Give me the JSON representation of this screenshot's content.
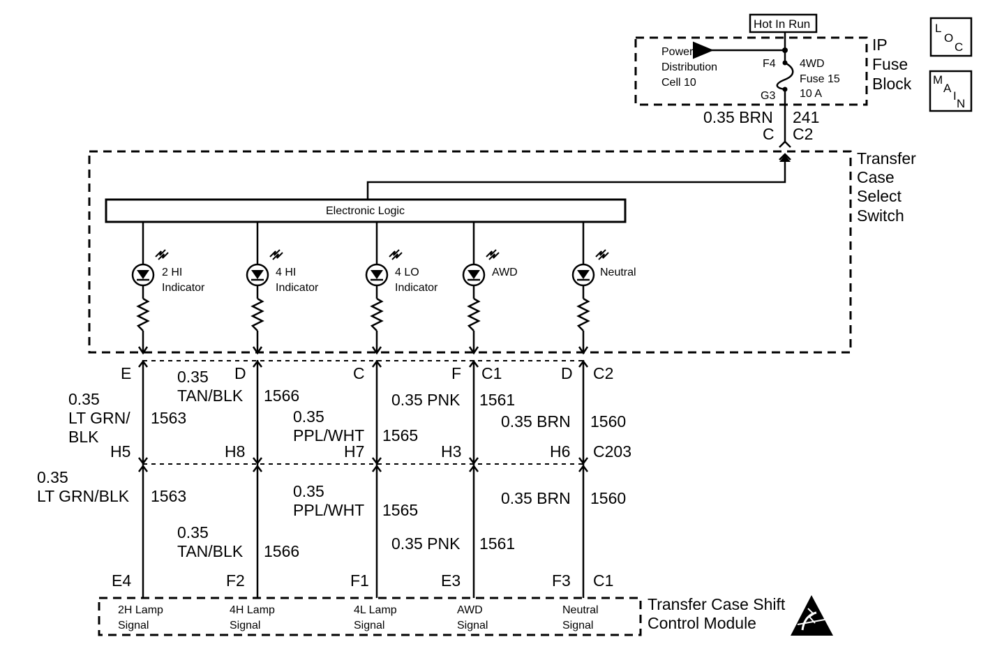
{
  "supply": {
    "hot_label": "Hot In Run",
    "fuse_block": [
      "IP",
      "Fuse",
      "Block"
    ],
    "power_dist": [
      "Power",
      "Distribution",
      "Cell 10"
    ],
    "fuse_in_pin": "F4",
    "fuse_out_pin": "G3",
    "fuse_name": [
      "4WD",
      "Fuse 15",
      "10 A"
    ],
    "wire_size_color": "0.35 BRN",
    "circuit": "241",
    "pin": "C",
    "connector": "C2"
  },
  "loc_box": [
    "L",
    "O",
    "C"
  ],
  "main_box": [
    "M",
    "A",
    "I",
    "N"
  ],
  "switch": {
    "title": [
      "Transfer",
      "Case",
      "Select",
      "Switch"
    ],
    "logic_label": "Electronic Logic",
    "indicators": [
      {
        "label1": "2 HI",
        "label2": "Indicator"
      },
      {
        "label1": "4 HI",
        "label2": "Indicator"
      },
      {
        "label1": "4 LO",
        "label2": "Indicator"
      },
      {
        "label1": "AWD",
        "label2": ""
      },
      {
        "label1": "Neutral",
        "label2": ""
      }
    ]
  },
  "connector_top": {
    "pins": [
      "E",
      "D",
      "C",
      "F",
      "D"
    ],
    "names": [
      "C1",
      "C2"
    ]
  },
  "upper_wires": [
    {
      "size": "0.35",
      "color1": "LT GRN/",
      "color2": "BLK",
      "circuit": "1563"
    },
    {
      "size": "0.35",
      "color": "TAN/BLK",
      "circuit": "1566"
    },
    {
      "size": "0.35",
      "color": "PPL/WHT",
      "circuit": "1565"
    },
    {
      "label": "0.35 PNK",
      "circuit": "1561"
    },
    {
      "label": "0.35 BRN",
      "circuit": "1560"
    }
  ],
  "connector_mid": {
    "pins": [
      "H5",
      "H8",
      "H7",
      "H3",
      "H6"
    ],
    "name": "C203"
  },
  "lower_wires": [
    {
      "size": "0.35",
      "color": "LT GRN/BLK",
      "circuit": "1563"
    },
    {
      "size": "0.35",
      "color": "TAN/BLK",
      "circuit": "1566"
    },
    {
      "size": "0.35",
      "color": "PPL/WHT",
      "circuit": "1565"
    },
    {
      "label": "0.35 PNK",
      "circuit": "1561"
    },
    {
      "label": "0.35 BRN",
      "circuit": "1560"
    }
  ],
  "connector_bottom": {
    "pins": [
      "E4",
      "F2",
      "F1",
      "E3",
      "F3"
    ],
    "name": "C1"
  },
  "module": {
    "title": [
      "Transfer Case Shift",
      "Control Module"
    ],
    "signals": [
      {
        "l1": "2H Lamp",
        "l2": "Signal"
      },
      {
        "l1": "4H Lamp",
        "l2": "Signal"
      },
      {
        "l1": "4L Lamp",
        "l2": "Signal"
      },
      {
        "l1": "AWD",
        "l2": "Signal"
      },
      {
        "l1": "Neutral",
        "l2": "Signal"
      }
    ]
  }
}
